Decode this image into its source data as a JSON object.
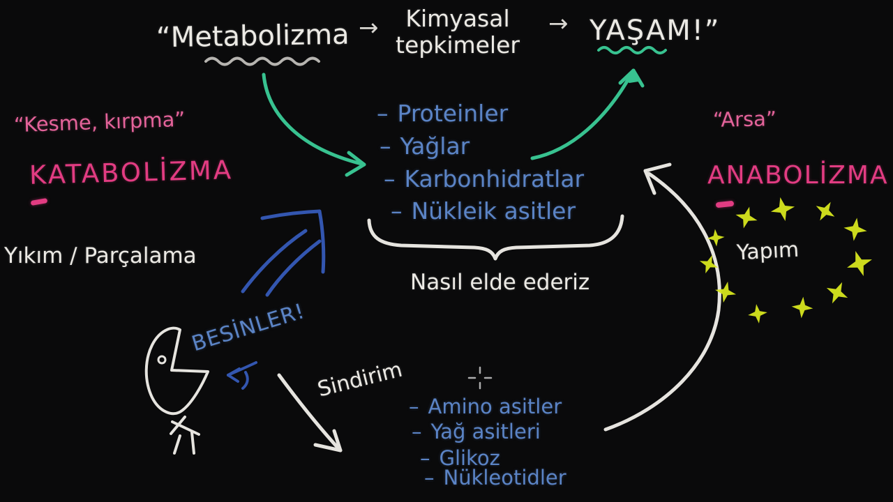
{
  "title_flow": {
    "metabolizma": "“Metabolizma",
    "arrow1": "→",
    "chemical_line1": "Kimyasal",
    "chemical_line2": "tepkimeler",
    "arrow2": "→",
    "yasam": "YAŞAM!”"
  },
  "catabolism": {
    "quote": "“Kesme, kırpma”",
    "title": "KATABOLİZMA",
    "subtitle": "Yıkım / Parçalama"
  },
  "anabolism": {
    "quote": "“Arsa”",
    "title": "ANABOLİZMA",
    "subtitle": "Yapım"
  },
  "macromolecules": {
    "dash": "–",
    "items": [
      "Proteinler",
      "Yağlar",
      "Karbonhidratlar",
      "Nükleik asitler"
    ],
    "caption": "Nasıl elde ederiz"
  },
  "food": {
    "label": "BESİNLER!",
    "process": "Sindirim"
  },
  "monomers": {
    "dash": "–",
    "items": [
      "Amino asitler",
      "Yağ asitleri",
      "Glikoz",
      "Nükleotidler"
    ]
  },
  "colors": {
    "background": "#0a0a0b",
    "handwriting_white": "#eceae5",
    "list_blue": "#5b84c6",
    "arrow_blue": "#3356b0",
    "highlight_pink": "#e23c82",
    "arrow_green": "#38c290",
    "star_yellow": "#d7e61e"
  }
}
